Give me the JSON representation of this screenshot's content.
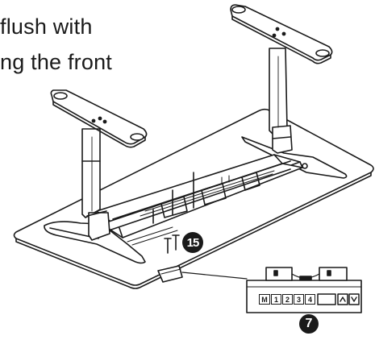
{
  "caption": {
    "line1": "flush with",
    "line2": "ng the front"
  },
  "callouts": {
    "screws_part": "15",
    "handset_part": "7"
  },
  "handset": {
    "keys": [
      "M",
      "1",
      "2",
      "3",
      "4"
    ],
    "display": "",
    "arrows": [
      "up-arrow-icon",
      "down-arrow-icon"
    ]
  },
  "colors": {
    "line": "#1a1a1a",
    "background": "#ffffff"
  }
}
